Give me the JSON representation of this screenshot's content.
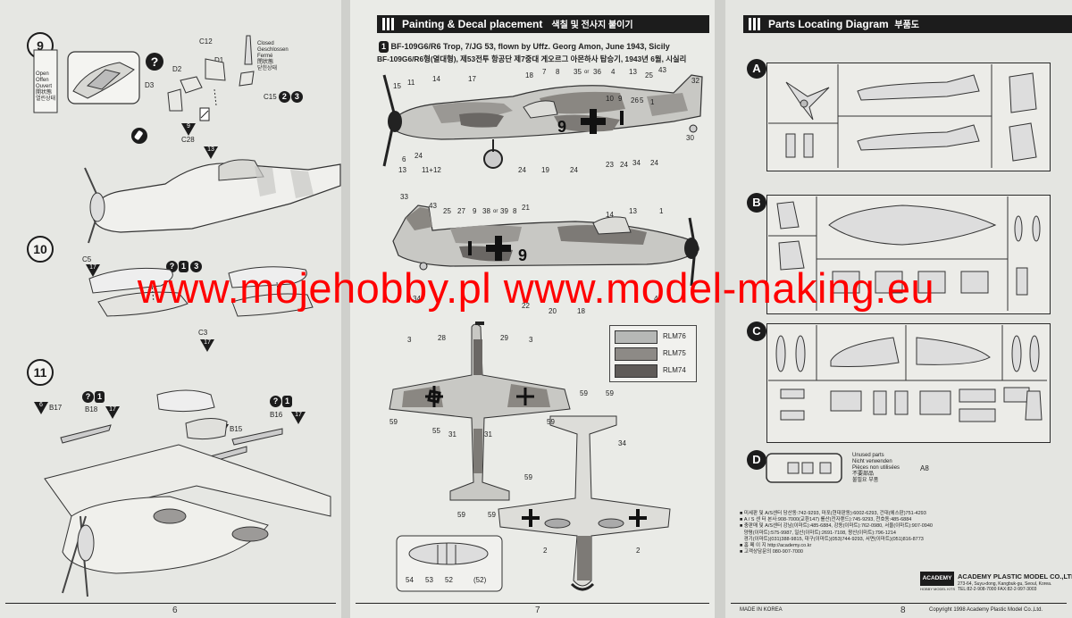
{
  "page6": {
    "page_number": "6",
    "steps": [
      {
        "label": "9"
      },
      {
        "label": "10"
      },
      {
        "label": "11"
      }
    ],
    "labels": {
      "c12": "C12",
      "closed": "Closed\nGeschlossen\nFermé\n閉状態\n닫힌상태",
      "open": "Open\nOffen\nOuvert\n開状態\n열린상태",
      "d1": "D1",
      "d2": "D2",
      "d3": "D3",
      "c15": "C15",
      "c15_colors": [
        "2",
        "3"
      ],
      "c28": "C28",
      "c28_tri_a": "9",
      "c28_tri_b": "13",
      "c5": "C5",
      "c5_tri": "17",
      "c10_colors": [
        "1",
        "3"
      ],
      "c3": "C3",
      "c3_tri": "17",
      "b17": "B17",
      "b17_tri": "6",
      "b18": "B18",
      "b18_color": "1",
      "b18_tri": "17",
      "b15": "B15",
      "b15_tri": "6",
      "b16": "B16",
      "b16_color": "1",
      "b16_tri": "17"
    }
  },
  "page7": {
    "page_number": "7",
    "header": "Painting & Decal placement",
    "header_kr": "색칠 및 전사지 붙이기",
    "scheme_number": "1",
    "scheme_en": "BF-109G6/R6 Trop, 7/JG 53, flown by Uffz. Georg Amon, June 1943, Sicily",
    "scheme_kr": "BF-109G6/R6형(열대형), 제53전투 항공단 제7중대 게오르그 아몬하사 탑승기, 1943년 6월, 시실리",
    "side_callouts_top": [
      "15",
      "11",
      "14",
      "17",
      "18",
      "7",
      "8",
      "35",
      "or",
      "36",
      "4",
      "13",
      "25",
      "43",
      "32",
      "10",
      "9",
      "26",
      "5",
      "1",
      "13",
      "24",
      "6",
      "11+12",
      "24",
      "19",
      "24",
      "23",
      "24",
      "34",
      "24",
      "30"
    ],
    "side_callouts_bottom": [
      "33",
      "43",
      "25",
      "27",
      "9",
      "38",
      "or",
      "39",
      "8",
      "21",
      "14",
      "13",
      "1",
      "34",
      "22",
      "20",
      "18",
      "4"
    ],
    "plan_callouts": [
      "3",
      "28",
      "29",
      "3",
      "59",
      "55",
      "31",
      "31",
      "59",
      "59",
      "59",
      "59",
      "34",
      "59",
      "59",
      "2",
      "2"
    ],
    "prop_callouts": [
      "54",
      "53",
      "52",
      "(52)"
    ],
    "legend": [
      {
        "name": "RLM76",
        "color": "#b6b8b6"
      },
      {
        "name": "RLM75",
        "color": "#8d8a86"
      },
      {
        "name": "RLM74",
        "color": "#5f5b58"
      }
    ]
  },
  "page8": {
    "page_number": "8",
    "header": "Parts Locating Diagram",
    "header_kr": "부품도",
    "sections": [
      "A",
      "B",
      "C",
      "D"
    ],
    "unused_parts": "Unused parts\nNicht verwenden\nPièces non utilisées\n不要部品\n불필요 부품",
    "unused_code": "A8",
    "info_lines": "■ 미세판 및 A/S센터 당산동:742-9293, 마포(현대판동):6002-6293, 건대(에스판)751-4293\n■ A / S 센 터 본사:908-7000(교환147) 를산(전자랜드):745-9293, 천호동:485-6884\n■ 충판매 및 A/S센터 강남(이마트):485-6884, 강동(이마트):762-0980, 서울(이마트):907-0940\n   양평(이마트):575-9987, 일산(이마트):2691-7108, 왕산(이마트):796-1214\n   경기(이마트)(031)388-9815, 대구(이마트)(053)744-9293, 서면(이마트)(051)816-8773\n■ 홈 페 이 지 http://academy.co.kr\n■ 고객상담문의 080-907-7000",
    "company": "ACADEMY PLASTIC MODEL CO.,LTD.",
    "address": "273-64, Suyu-dong, Kangbuk-gu, Seoul, Korea.\nTEL:82-2-908-7000 FAX:82-2-997-3003",
    "logo": "ACADEMY",
    "logo_sub": "HOBBY MODEL KITS",
    "made_in": "MADE IN KOREA",
    "copyright": "Copyright 1998 Academy Plastic Model Co.,Ltd."
  },
  "watermark": "www.mojehobby.pl www.model-making.eu"
}
